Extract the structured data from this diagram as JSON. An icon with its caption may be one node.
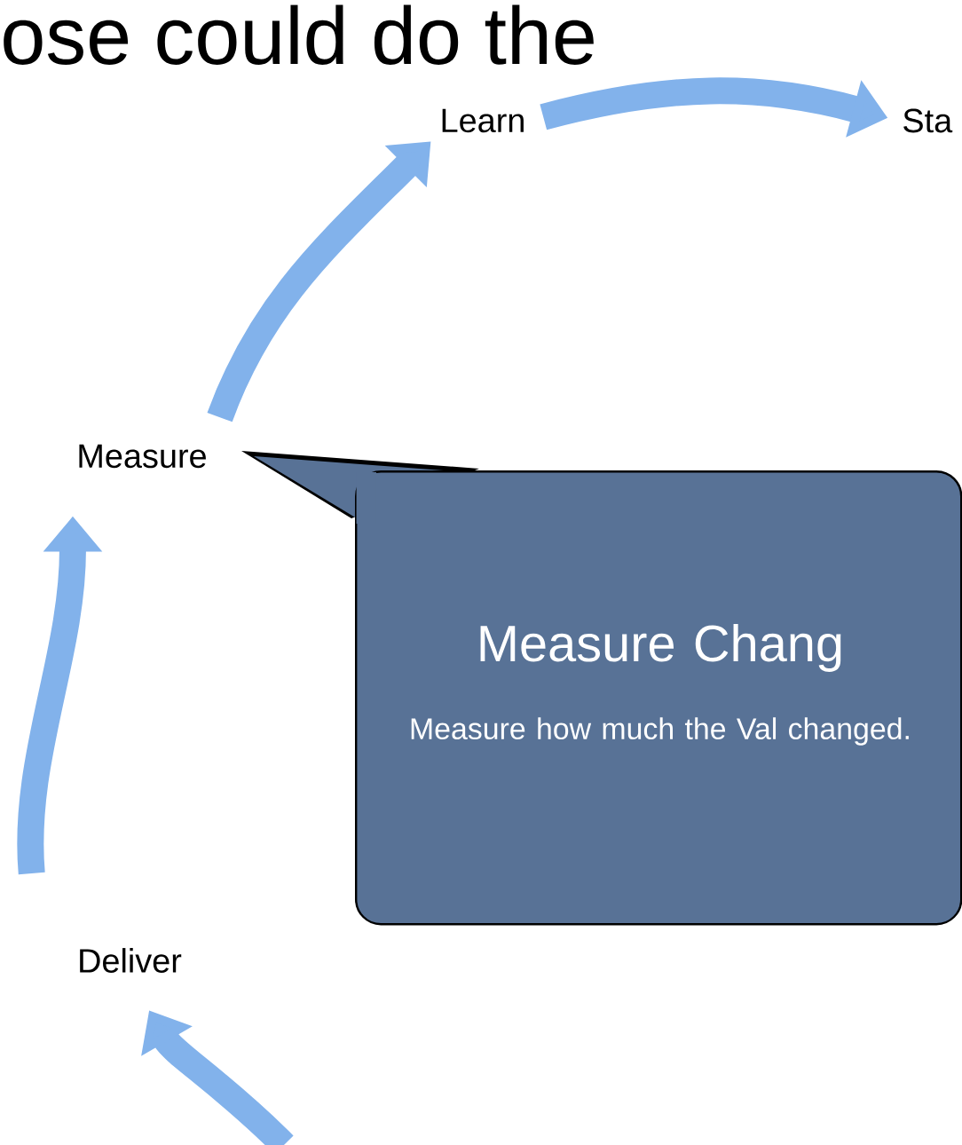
{
  "diagram": {
    "nodes": [
      {
        "text": [
          "Learn"
        ]
      },
      {
        "text": [
          "Sta"
        ]
      },
      {
        "text": [
          "Measure"
        ]
      },
      {
        "text": [
          "Deliver"
        ]
      },
      {
        "text": [
          "Measure Chang",
          "Measure how much the Val changed."
        ]
      }
    ],
    "edges": [
      {
        "from": 0,
        "to": 1,
        "arrow": "to"
      },
      {
        "from": 2,
        "to": 0,
        "arrow": "to"
      },
      {
        "from": 3,
        "to": 2,
        "arrow": "to"
      },
      {
        "from": null,
        "to": 3,
        "arrow": "to"
      }
    ],
    "labels": [
      "ose could do the"
    ]
  }
}
